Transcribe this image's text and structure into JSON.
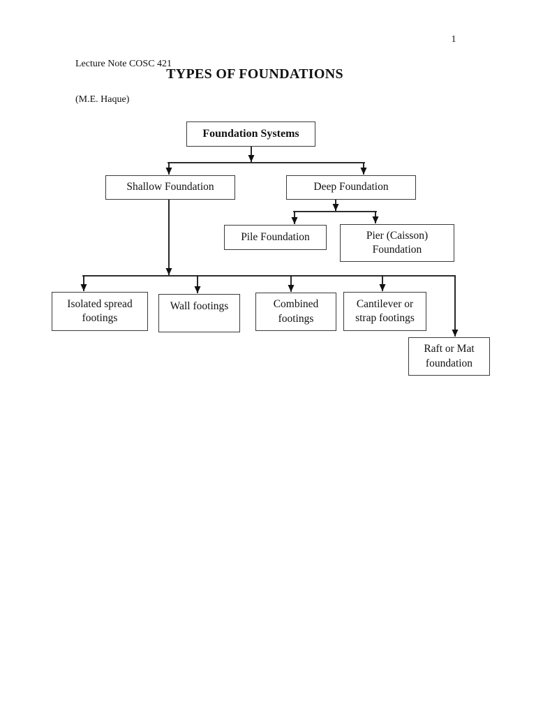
{
  "header": {
    "line1": "Lecture Note COSC 421",
    "line2": "(M.E. Haque)",
    "page_number": "1"
  },
  "title": "TYPES OF FOUNDATIONS",
  "colors": {
    "page_background": "#ffffff",
    "text": "#111111",
    "box_border": "#3a3a3a",
    "connector": "#111111"
  },
  "diagram": {
    "nodes": {
      "foundation_systems": "Foundation Systems",
      "shallow": "Shallow Foundation",
      "deep": "Deep Foundation",
      "pile": "Pile Foundation",
      "pier": "Pier (Caisson)\nFoundation",
      "isolated": "Isolated spread\nfootings",
      "wall": "Wall footings",
      "combined": "Combined\nfootings",
      "cantilever": "Cantilever or\nstrap footings",
      "raft": "Raft or Mat\nfoundation"
    },
    "edges": [
      {
        "from": "foundation_systems",
        "to": "shallow"
      },
      {
        "from": "foundation_systems",
        "to": "deep"
      },
      {
        "from": "deep",
        "to": "pile"
      },
      {
        "from": "deep",
        "to": "pier"
      },
      {
        "from": "shallow",
        "to": "isolated"
      },
      {
        "from": "shallow",
        "to": "wall"
      },
      {
        "from": "shallow",
        "to": "combined"
      },
      {
        "from": "shallow",
        "to": "cantilever"
      },
      {
        "from": "shallow",
        "to": "raft"
      }
    ]
  }
}
